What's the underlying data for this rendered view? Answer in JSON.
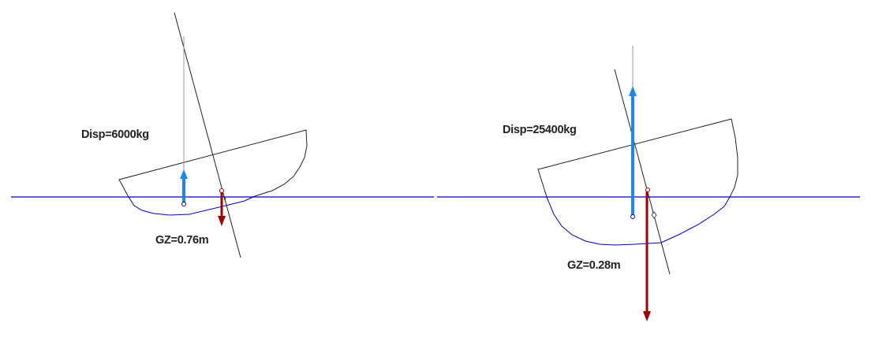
{
  "colors": {
    "waterline": "#0000cc",
    "hull": "#222222",
    "buoyancy_arrow": "#1a88f0",
    "weight_arrow": "#a00000",
    "guide_line": "#999999"
  },
  "diagrams": [
    {
      "id": "left",
      "displacement_label": "Disp=6000kg",
      "gz_label": "GZ=0.76m"
    },
    {
      "id": "right",
      "displacement_label": "Disp=25400kg",
      "gz_label": "GZ=0.28m"
    }
  ]
}
